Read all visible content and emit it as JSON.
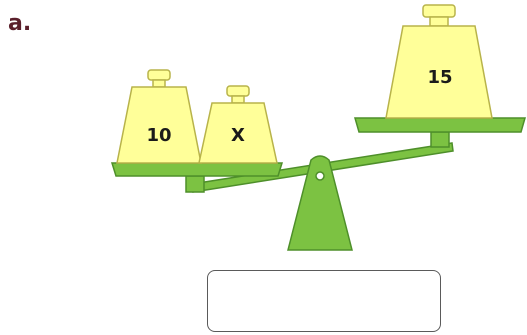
{
  "problem": {
    "label": "a."
  },
  "scale": {
    "left_pan": {
      "weights": [
        {
          "value": "10"
        },
        {
          "value": "X"
        }
      ]
    },
    "right_pan": {
      "weights": [
        {
          "value": "15"
        }
      ]
    }
  },
  "answer": {
    "value": ""
  },
  "colors": {
    "weight_fill": "#ffff99",
    "weight_outline": "#b8b34a",
    "scale_green": "#7cc242",
    "scale_dark_green": "#4e8f2a",
    "label_color": "#5a1f2b"
  }
}
